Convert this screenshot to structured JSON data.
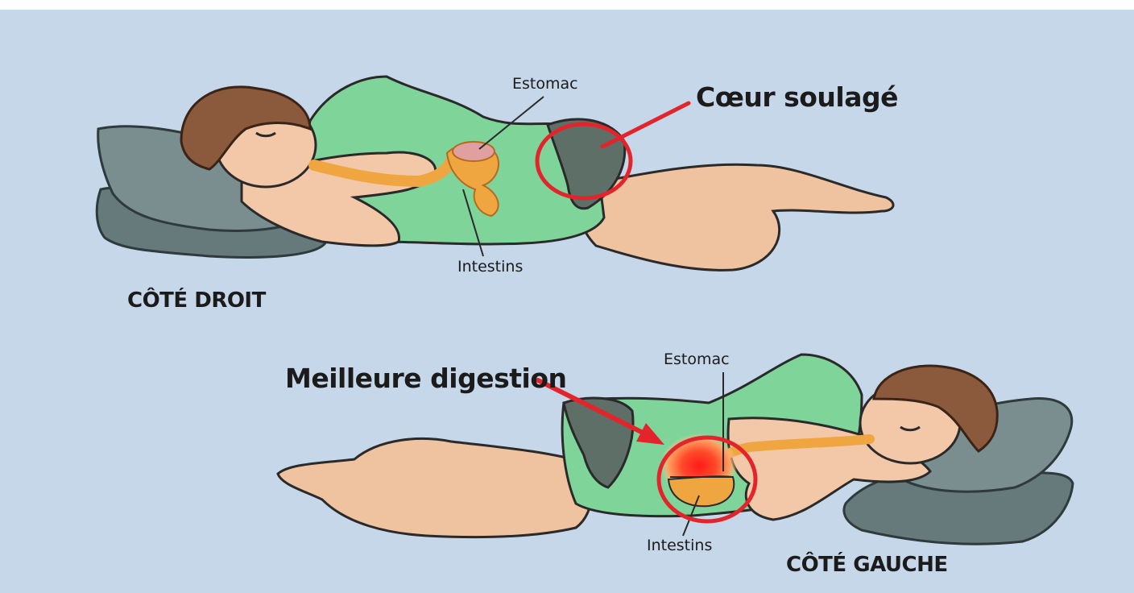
{
  "top_figure": {
    "side_label": "CÔTÉ DROIT",
    "stomach_label": "Estomac",
    "intestine_label": "Intestins",
    "callout": "Cœur soulagé"
  },
  "bottom_figure": {
    "side_label": "CÔTÉ GAUCHE",
    "stomach_label": "Estomac",
    "intestine_label": "Intestins",
    "callout": "Meilleure digestion"
  },
  "colors": {
    "background": "#c6d7e9",
    "highlight": "#e3242b",
    "shirt": "#7fd49a",
    "skin": "#f2c8a8",
    "pillow": "#6e8384",
    "shorts": "#5e6f68",
    "organ": "#f0a640"
  }
}
